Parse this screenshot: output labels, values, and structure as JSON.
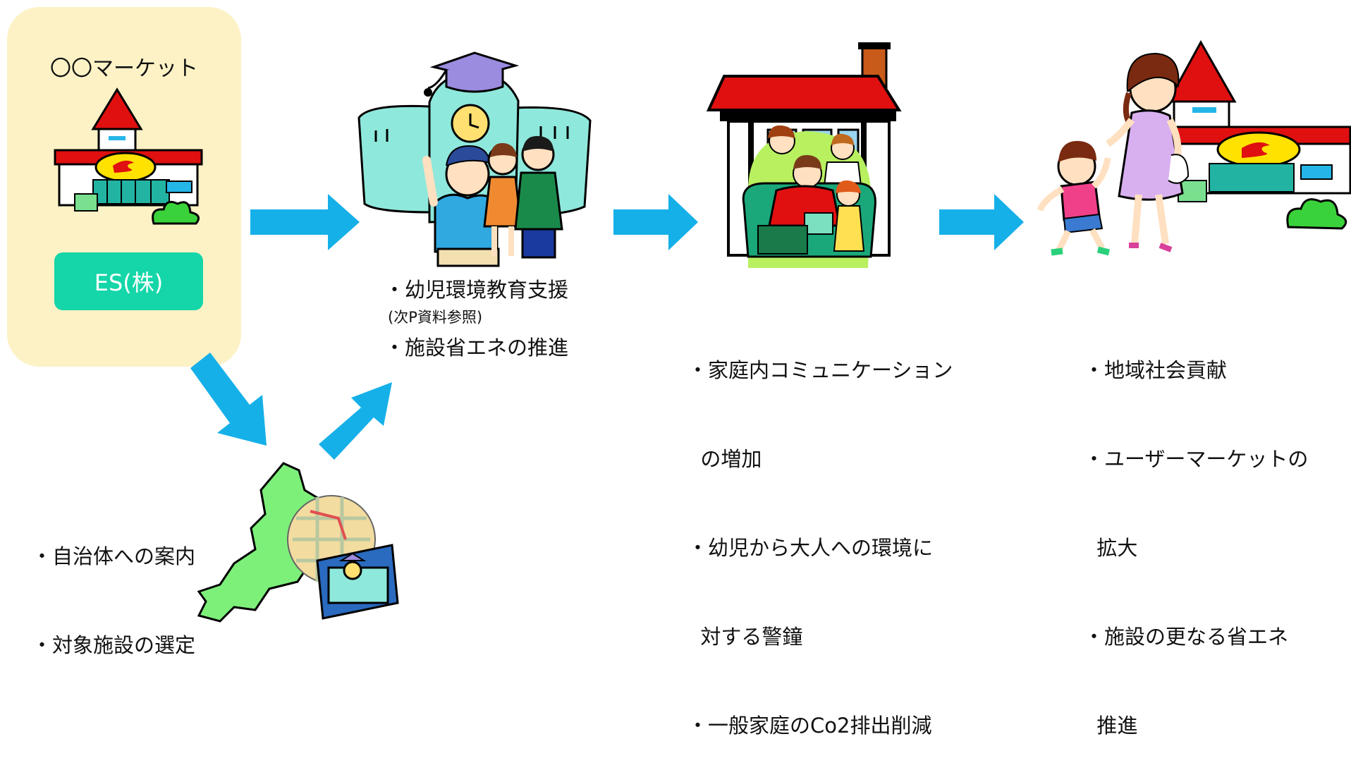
{
  "left_panel": {
    "market_label": "〇〇マーケット",
    "company_label": "ES(株)"
  },
  "steps": {
    "municipality": {
      "lines": [
        "・自治体への案内",
        "・対象施設の選定"
      ]
    },
    "kindergarten": {
      "line1": "・幼児環境教育支援",
      "note": "(次P資料参照)",
      "line2": "・施設省エネの推進"
    },
    "home": {
      "lines": [
        "・家庭内コミュニケーション",
        "  の増加",
        "・幼児から大人への環境に",
        "  対する警鐘",
        "・一般家庭のCo2排出削減"
      ]
    },
    "community": {
      "lines": [
        "・地域社会貢献",
        "・ユーザーマーケットの",
        "  拡大",
        "・施設の更なる省エネ",
        "  推進"
      ]
    }
  },
  "colors": {
    "panel_bg": "#fdf2c6",
    "company_bg": "#14d6a8",
    "arrow": "#16b0e8",
    "roof_red": "#e01010",
    "building_teal": "#8fe8dc",
    "map_green": "#7df07a"
  },
  "icons": {
    "market": "supermarket-building-icon",
    "kindergarten": "kindergarten-building-icon",
    "home": "family-house-icon",
    "community": "mother-child-shop-icon",
    "map": "prefecture-map-icon",
    "arrows": "flow-arrow-icon"
  }
}
